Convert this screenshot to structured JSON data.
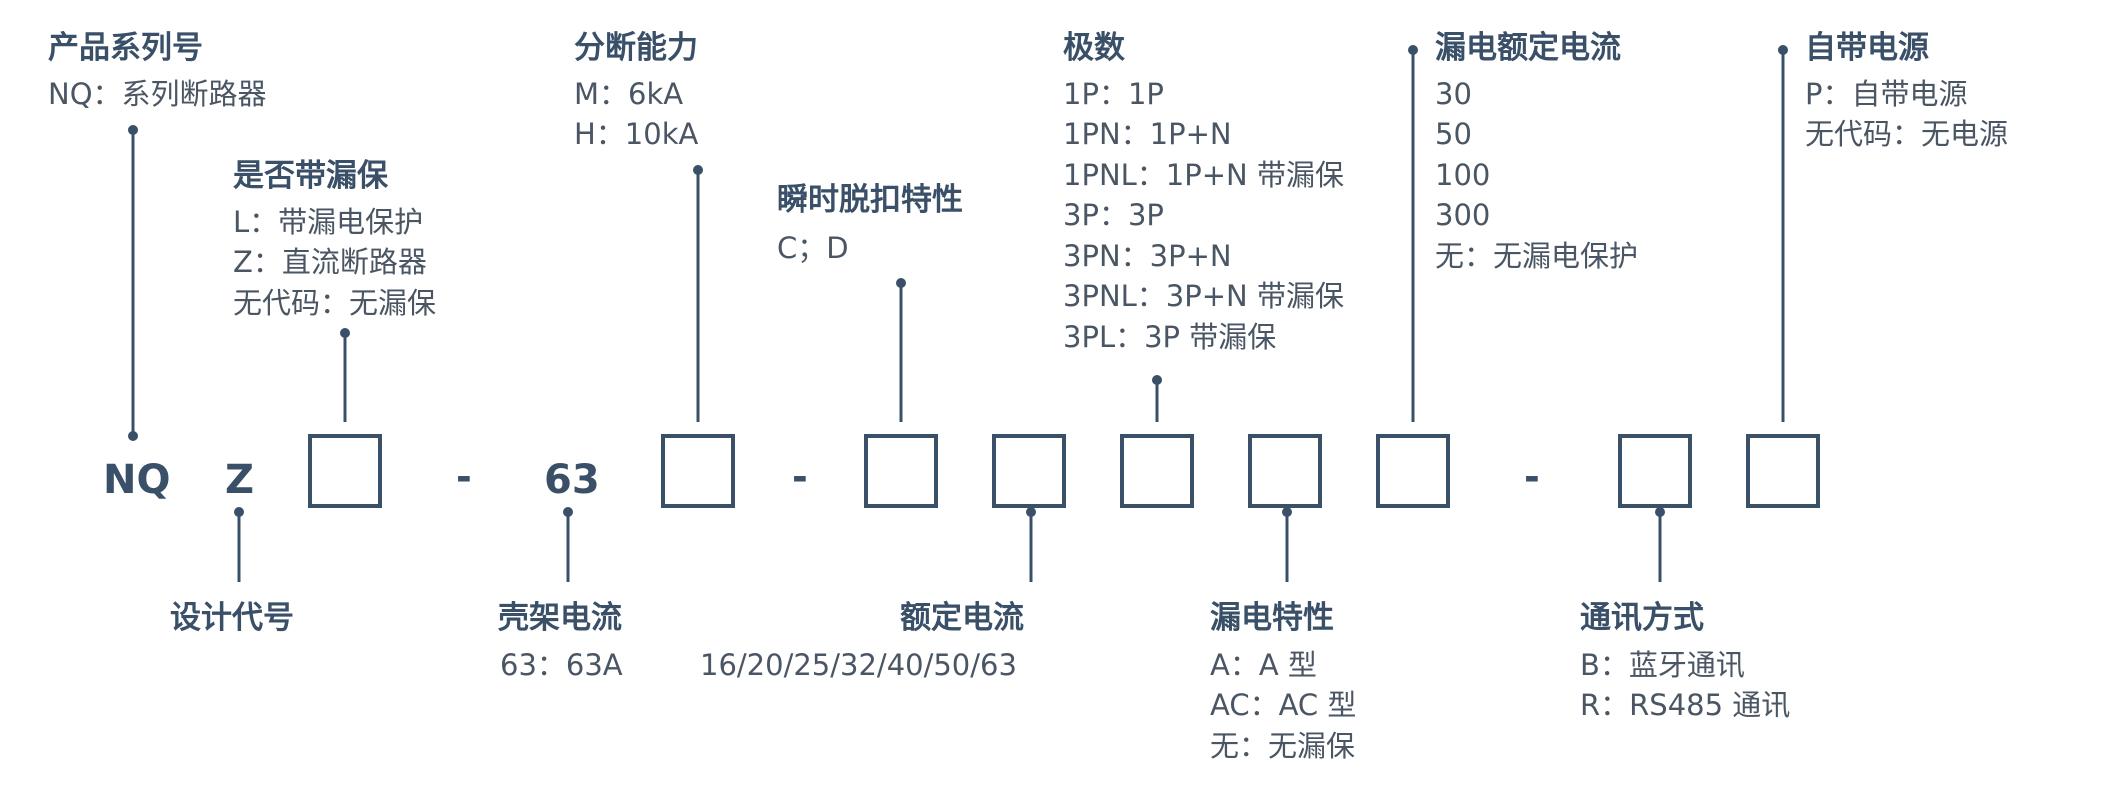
{
  "code": {
    "series": "NQ",
    "design": "Z",
    "frame": "63",
    "dash": "-"
  },
  "labels": {
    "product_series": {
      "title": "产品系列号",
      "lines": [
        "NQ：系列断路器"
      ]
    },
    "leakage_option": {
      "title": "是否带漏保",
      "lines": [
        "L：带漏电保护",
        "Z：直流断路器",
        "无代码：无漏保"
      ]
    },
    "breaking_capacity": {
      "title": "分断能力",
      "lines": [
        "M：6kA",
        "H：10kA"
      ]
    },
    "instant_trip": {
      "title": "瞬时脱扣特性",
      "lines": [
        "C；D"
      ]
    },
    "poles": {
      "title": "极数",
      "lines": [
        "1P：1P",
        "1PN：1P+N",
        "1PNL：1P+N 带漏保",
        "3P：3P",
        "3PN：3P+N",
        "3PNL：3P+N 带漏保",
        "3PL：3P 带漏保"
      ]
    },
    "leakage_current": {
      "title": "漏电额定电流",
      "lines": [
        "30",
        "50",
        "100",
        "300",
        "无：无漏电保护"
      ]
    },
    "power_supply": {
      "title": "自带电源",
      "lines": [
        "P：自带电源",
        "无代码：无电源"
      ]
    },
    "design_code": {
      "title": "设计代号",
      "lines": []
    },
    "frame_current": {
      "title": "壳架电流",
      "lines": [
        "63：63A"
      ]
    },
    "rated_current": {
      "title": "额定电流",
      "lines": [
        "16/20/25/32/40/50/63"
      ]
    },
    "leakage_type": {
      "title": "漏电特性",
      "lines": [
        "A：A 型",
        "AC：AC 型",
        "无：无漏保"
      ]
    },
    "communication": {
      "title": "通讯方式",
      "lines": [
        "B：蓝牙通讯",
        "R：RS485 通讯"
      ]
    }
  }
}
